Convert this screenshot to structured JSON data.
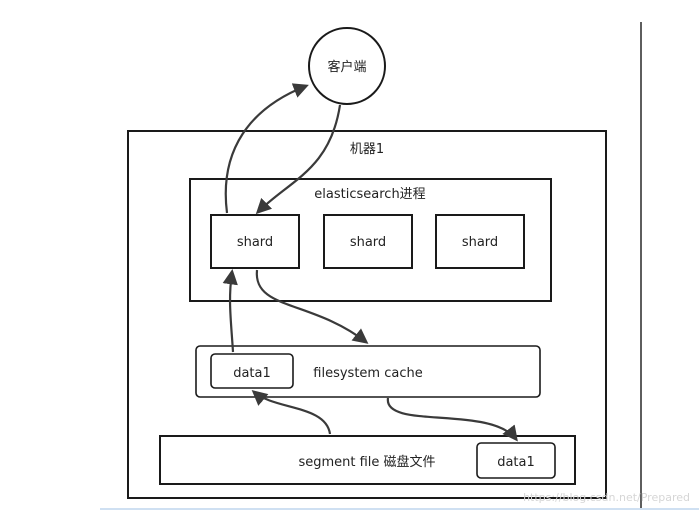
{
  "client": {
    "label": "客户端"
  },
  "machine": {
    "label": "机器1"
  },
  "es_process": {
    "label": "elasticsearch进程"
  },
  "shards": [
    {
      "label": "shard"
    },
    {
      "label": "shard"
    },
    {
      "label": "shard"
    }
  ],
  "fs_cache": {
    "label": "filesystem cache",
    "data_label": "data1"
  },
  "segment": {
    "label": "segment file 磁盘文件",
    "data_label": "data1"
  },
  "watermark": "https://blog.csdn.net/Prepared",
  "colors": {
    "stroke": "#1a1a1a",
    "arrow": "#3a3a3a",
    "watermark": "#d6d6d6",
    "accent_line": "#cfe0f2"
  }
}
